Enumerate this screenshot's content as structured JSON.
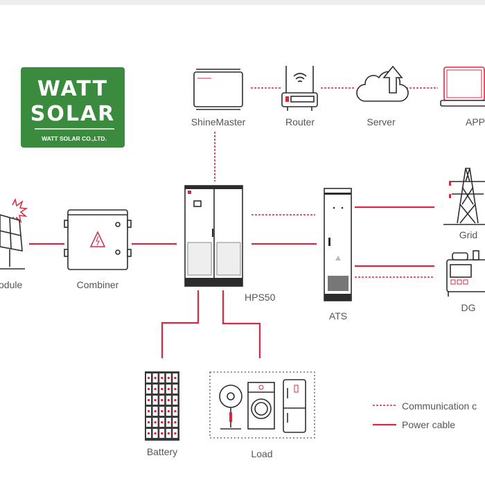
{
  "logo": {
    "line1": "WATT",
    "line2": "SOLAR",
    "company": "WATT SOLAR CO.,LTD.",
    "color": "#3b8b3f"
  },
  "colors": {
    "power": "#d8283f",
    "communication": "#d8283f",
    "outline": "#2c2c2c"
  },
  "nodes": {
    "shinemaster": "ShineMaster",
    "router": "Router",
    "server": "Server",
    "app": "APP",
    "module": "odule",
    "combiner": "Combiner",
    "hps": "HPS50",
    "ats": "ATS",
    "grid": "Grid",
    "dg": "DG",
    "battery": "Battery",
    "load": "Load"
  },
  "legend": {
    "communication": "Communication c",
    "power": "Power cable"
  }
}
